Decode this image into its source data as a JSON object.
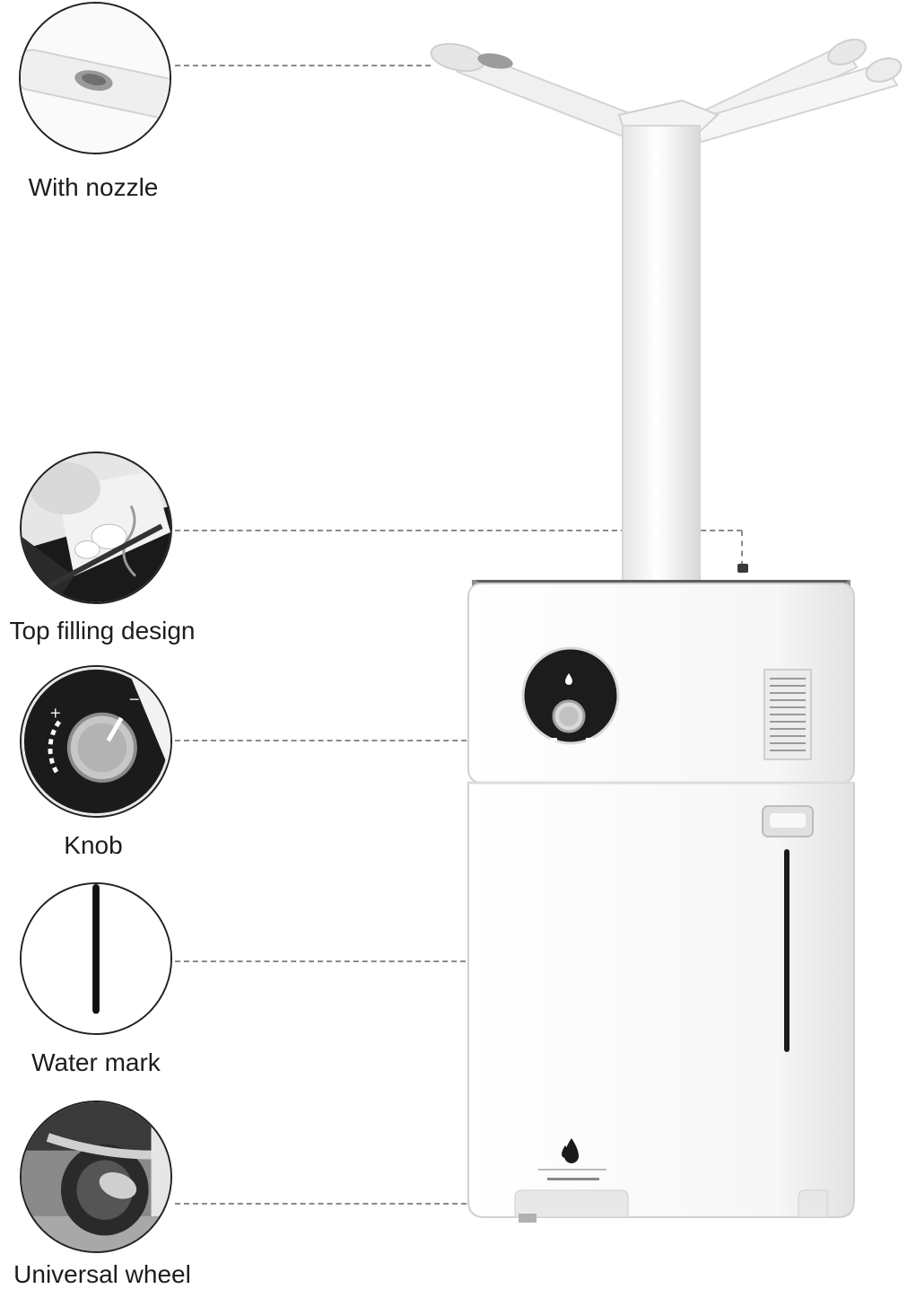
{
  "callouts": {
    "nozzle": {
      "label": "With nozzle",
      "icon": "nozzle-closeup-icon"
    },
    "top_filling": {
      "label": "Top filling design",
      "icon": "top-filling-closeup-icon"
    },
    "knob": {
      "label": "Knob",
      "icon": "knob-closeup-icon"
    },
    "water_mark": {
      "label": "Water mark",
      "icon": "water-mark-closeup-icon"
    },
    "wheel": {
      "label": "Universal wheel",
      "icon": "wheel-closeup-icon"
    }
  },
  "colors": {
    "body": "#f4f4f4",
    "panel": "#222222",
    "leader": "#8a8a8a",
    "text": "#1c1c1c"
  }
}
